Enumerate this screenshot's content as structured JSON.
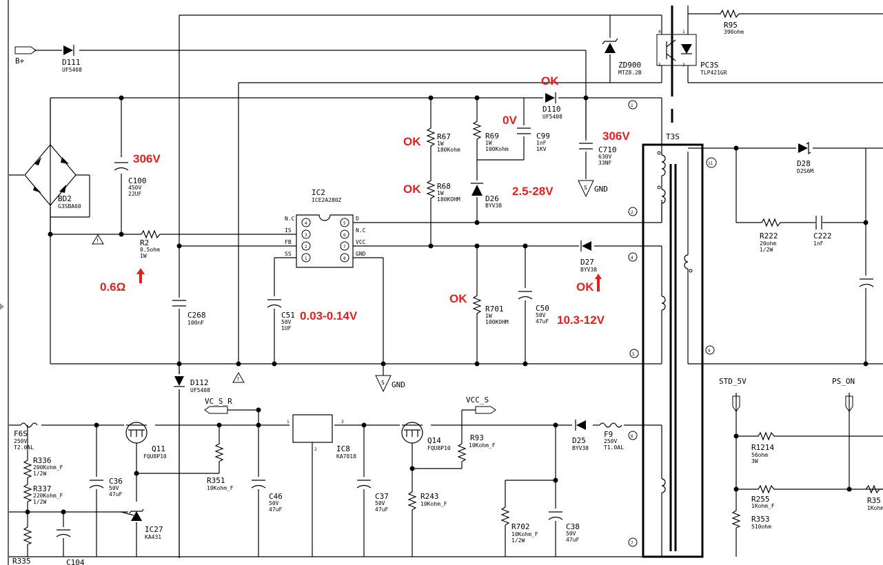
{
  "components": {
    "bplus": "B+",
    "d111": {
      "ref": "D111",
      "value": "UF5408"
    },
    "bd2": {
      "ref": "BD2",
      "value": "G3SBA60"
    },
    "c100": {
      "ref": "C100",
      "v1": "450V",
      "v2": "22UF"
    },
    "r2": {
      "ref": "R2",
      "v1": "0.5ohm",
      "v2": "1W"
    },
    "ic2": {
      "ref": "IC2",
      "value": "ICE2A280Z",
      "pins": {
        "nc": "N.C",
        "is": "IS",
        "fb": "FB",
        "ss": "SS",
        "d": "D",
        "nc2": "N.C",
        "vcc": "VCC",
        "gnd": "GND"
      }
    },
    "c268": {
      "ref": "C268",
      "value": "100nF"
    },
    "c51": {
      "ref": "C51",
      "v1": "50V",
      "v2": "1UF"
    },
    "r67": {
      "ref": "R67",
      "v1": "1W",
      "v2": "180Kohm"
    },
    "r68": {
      "ref": "R68",
      "v1": "1W",
      "v2": "180KOHM"
    },
    "r69": {
      "ref": "R69",
      "v1": "1W",
      "v2": "100Kohm"
    },
    "c99": {
      "ref": "C99",
      "v1": "1nF",
      "v2": "1KV"
    },
    "d26": {
      "ref": "D26",
      "value": "BYV38"
    },
    "d110": {
      "ref": "D110",
      "value": "UF5408"
    },
    "c710": {
      "ref": "C710",
      "v1": "630V",
      "v2": "33NF"
    },
    "zd900": {
      "ref": "ZD900",
      "value": "MTZ8.2B"
    },
    "pc3s": {
      "ref": "PC3S",
      "value": "TLP421GR"
    },
    "r95": {
      "ref": "R95",
      "value": "390ohm"
    },
    "t3s": "T3S",
    "d27": {
      "ref": "D27",
      "value": "BYV38"
    },
    "r701": {
      "ref": "R701",
      "v1": "1W",
      "v2": "100KOHM"
    },
    "c50": {
      "ref": "C50",
      "v1": "50V",
      "v2": "47uF"
    },
    "d28": {
      "ref": "D28",
      "value": "D2S6M"
    },
    "r222": {
      "ref": "R222",
      "v1": "20ohm",
      "v2": "1/2W"
    },
    "c222": {
      "ref": "C222",
      "value": "1nF"
    },
    "d112": {
      "ref": "D112",
      "value": "UF5408"
    },
    "vcsr": "VC_S_R",
    "vccs": "VCC_S",
    "q11": {
      "ref": "Q11",
      "value": "FQU8P10"
    },
    "q14": {
      "ref": "Q14",
      "value": "FQU8P10"
    },
    "ic8": {
      "ref": "IC8",
      "value": "KA7818"
    },
    "r351": {
      "ref": "R351",
      "value": "10Kohm_F"
    },
    "r93": {
      "ref": "R93",
      "value": "10Kohm_F"
    },
    "c36": {
      "ref": "C36",
      "v1": "50V",
      "v2": "47uF"
    },
    "c46": {
      "ref": "C46",
      "v1": "50V",
      "v2": "47uF"
    },
    "c37": {
      "ref": "C37",
      "v1": "50V",
      "v2": "47uF"
    },
    "r243": {
      "ref": "R243",
      "value": "10Kohm_F"
    },
    "r702": {
      "ref": "R702",
      "v1": "10Kohm_F",
      "v2": "1/2W"
    },
    "c38": {
      "ref": "C38",
      "v1": "50V",
      "v2": "47uF"
    },
    "d25": {
      "ref": "D25",
      "value": "BYV38"
    },
    "f9": {
      "ref": "F9",
      "v1": "250V",
      "v2": "T1.0AL"
    },
    "f6s": {
      "ref": "F6S",
      "v1": "250V",
      "v2": "T2.0AL"
    },
    "r336": {
      "ref": "R336",
      "v1": "200Kohm_F",
      "v2": "1/2W"
    },
    "r337": {
      "ref": "R337",
      "v1": "220Kohm_F",
      "v2": "1/2W"
    },
    "r335": "R335",
    "c104": "C104",
    "ic27": {
      "ref": "IC27",
      "value": "KA431"
    },
    "std5v": "STD_5V",
    "pson": "PS_ON",
    "r1214": {
      "ref": "R1214",
      "v1": "56ohm",
      "v2": "3W"
    },
    "r255": {
      "ref": "R255",
      "value": "1Kohm_F"
    },
    "r353": {
      "ref": "R353",
      "value": "510ohm"
    },
    "r35x": {
      "ref": "R35",
      "value": "1Kohm"
    },
    "gnd": "GND",
    "pins": [
      "1",
      "2",
      "4",
      "5",
      "6",
      "7",
      "9",
      "11"
    ],
    "pin_labels": [
      "1",
      "2",
      "3",
      "4",
      "5",
      "6",
      "7",
      "8"
    ]
  },
  "annotations": {
    "ok_d110": "OK",
    "zero_v": "0V",
    "v306_c710": "306V",
    "v306_c100": "306V",
    "ok_r67": "OK",
    "ok_r68": "OK",
    "range_d26": "2.5-28V",
    "r2_value": "0.6Ω",
    "ok_d27": "OK",
    "ok_r701": "OK",
    "range_c51": "0.03-0.14V",
    "range_c50": "10.3-12V"
  },
  "colors": {
    "annotation": "#e02020",
    "ink": "#000000"
  }
}
